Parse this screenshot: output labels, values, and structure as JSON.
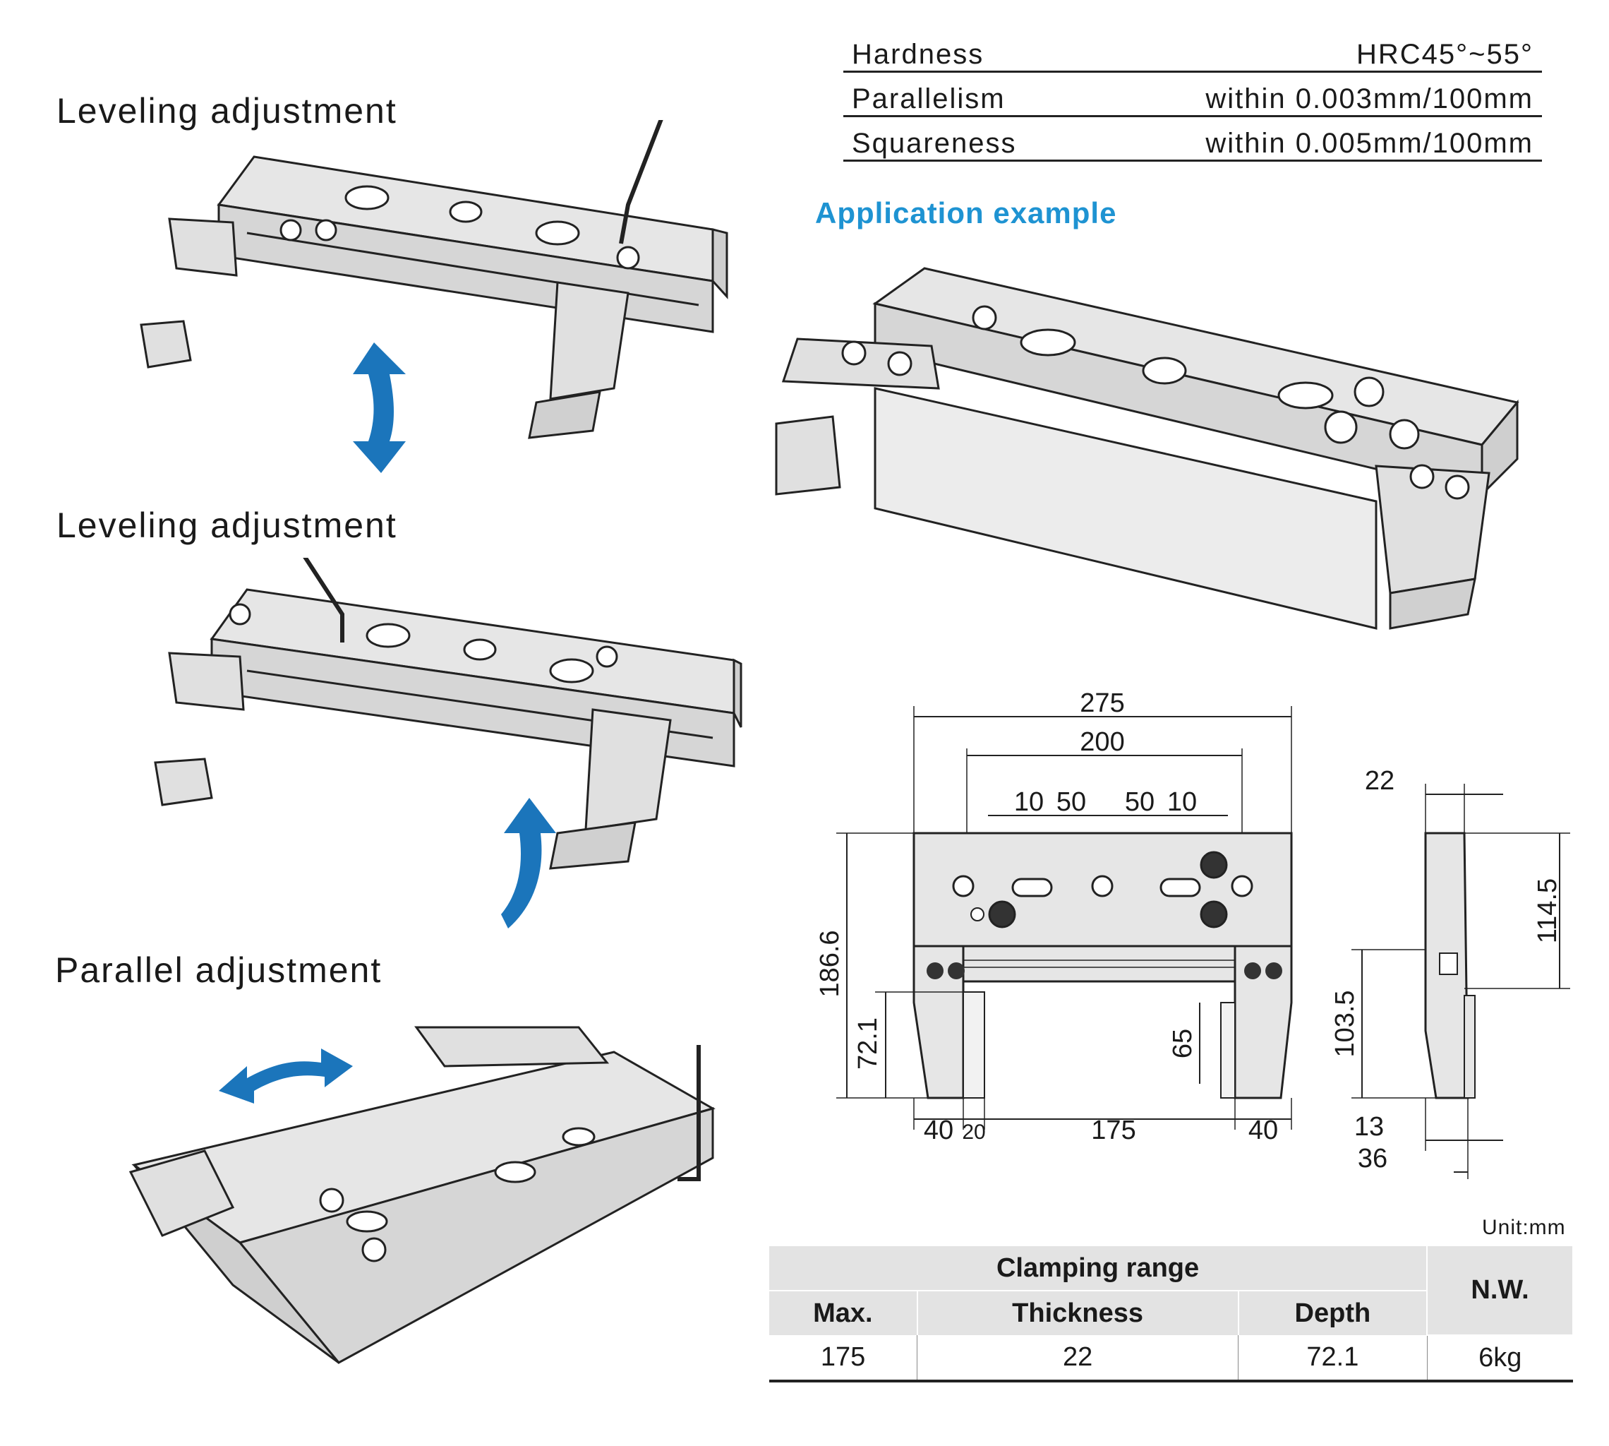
{
  "labels": {
    "leveling_1": "Leveling adjustment",
    "leveling_2": "Leveling adjustment",
    "parallel": "Parallel adjustment"
  },
  "specs": [
    {
      "name": "Hardness",
      "value": "HRC45°~55°"
    },
    {
      "name": "Parallelism",
      "value": "within 0.003mm/100mm"
    },
    {
      "name": "Squareness",
      "value": "within 0.005mm/100mm"
    }
  ],
  "application_title": "Application example",
  "dimensions": {
    "d275": "275",
    "d200": "200",
    "d10a": "10",
    "d50a": "50",
    "d50b": "50",
    "d10b": "10",
    "d22": "22",
    "d114_5": "114.5",
    "d186_6": "186.6",
    "d72_1": "72.1",
    "d65": "65",
    "d103_5": "103.5",
    "d40a": "40",
    "d20": "20",
    "d175": "175",
    "d40b": "40",
    "d13": "13",
    "d36": "36"
  },
  "unit": "Unit:mm",
  "table": {
    "group_header": "Clamping range",
    "nw_header": "N.W.",
    "headers": [
      "Max.",
      "Thickness",
      "Depth"
    ],
    "row": [
      "175",
      "22",
      "72.1",
      "6kg"
    ]
  },
  "colors": {
    "accent": "#1e93d2",
    "arrow": "#1b75bb",
    "part_fill": "#e6e6e6"
  }
}
